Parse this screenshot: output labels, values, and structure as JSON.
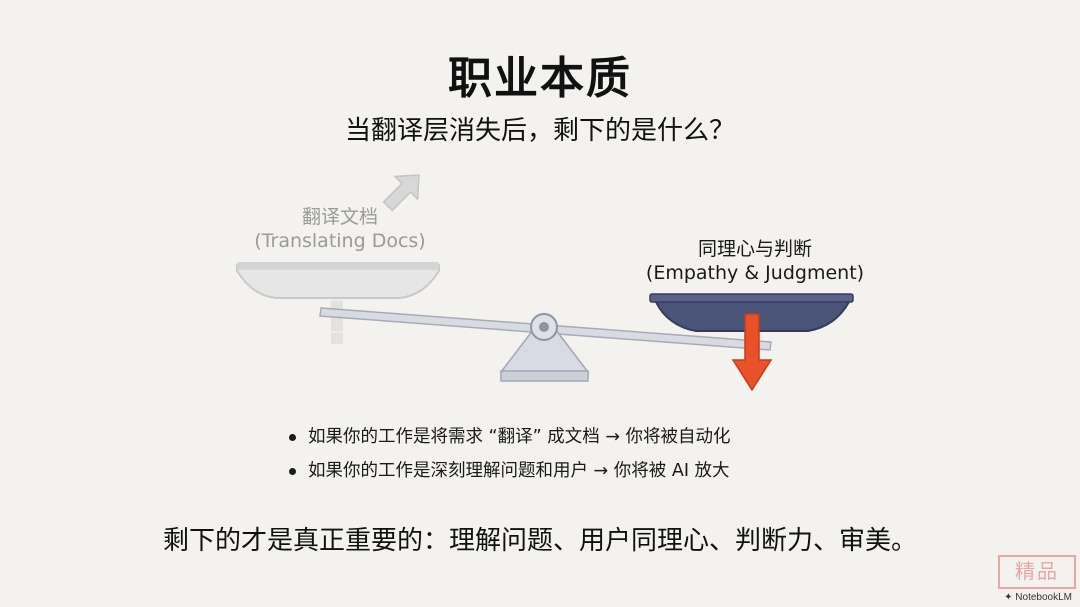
{
  "slide": {
    "title": "职业本质",
    "subtitle": "当翻译层消失后，剩下的是什么？"
  },
  "scale": {
    "left_pan": {
      "label_cn": "翻译文档",
      "label_en": "(Translating Docs)",
      "state": "rising",
      "color": "#c9c9c9"
    },
    "right_pan": {
      "label_cn": "同理心与判断",
      "label_en": "(Empathy & Judgment)",
      "state": "heavier",
      "color": "#4a5378"
    },
    "beam_color": "#c5c8d2",
    "fulcrum_color": "#cfd2dc",
    "down_arrow_color": "#e8512a",
    "up_arrow_color": "#bdbdbd"
  },
  "bullets": [
    "如果你的工作是将需求 “翻译” 成文档 → 你将被自动化",
    "如果你的工作是深刻理解问题和用户 → 你将被 AI 放大"
  ],
  "conclusion": "剩下的才是真正重要的：理解问题、用户同理心、判断力、审美。",
  "brand": {
    "name": "NotebookLM",
    "stamp_text": "精品"
  }
}
